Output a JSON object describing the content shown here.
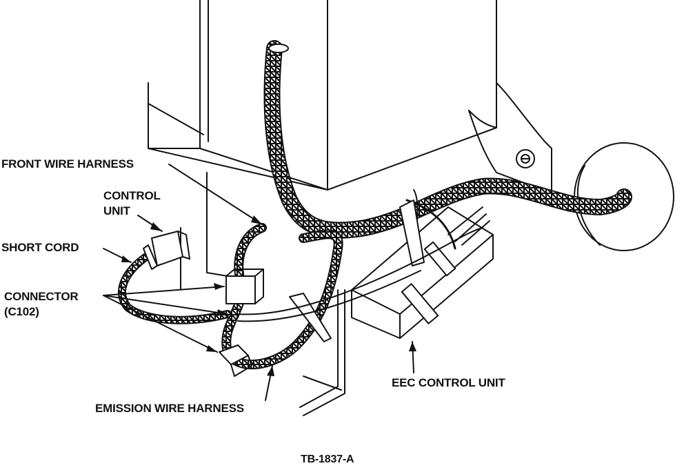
{
  "labels": {
    "front_wire_harness": "FRONT WIRE HARNESS",
    "control_unit_line1": "CONTROL",
    "control_unit_line2": "UNIT",
    "short_cord": "SHORT CORD",
    "connector_line1": "CONNECTOR",
    "connector_line2": "(C102)",
    "eec_control_unit": "EEC CONTROL UNIT",
    "emission_wire_harness": "EMISSION WIRE HARNESS",
    "figure_id": "TB-1837-A"
  },
  "colors": {
    "ink": "#111111",
    "paper": "#ffffff"
  }
}
